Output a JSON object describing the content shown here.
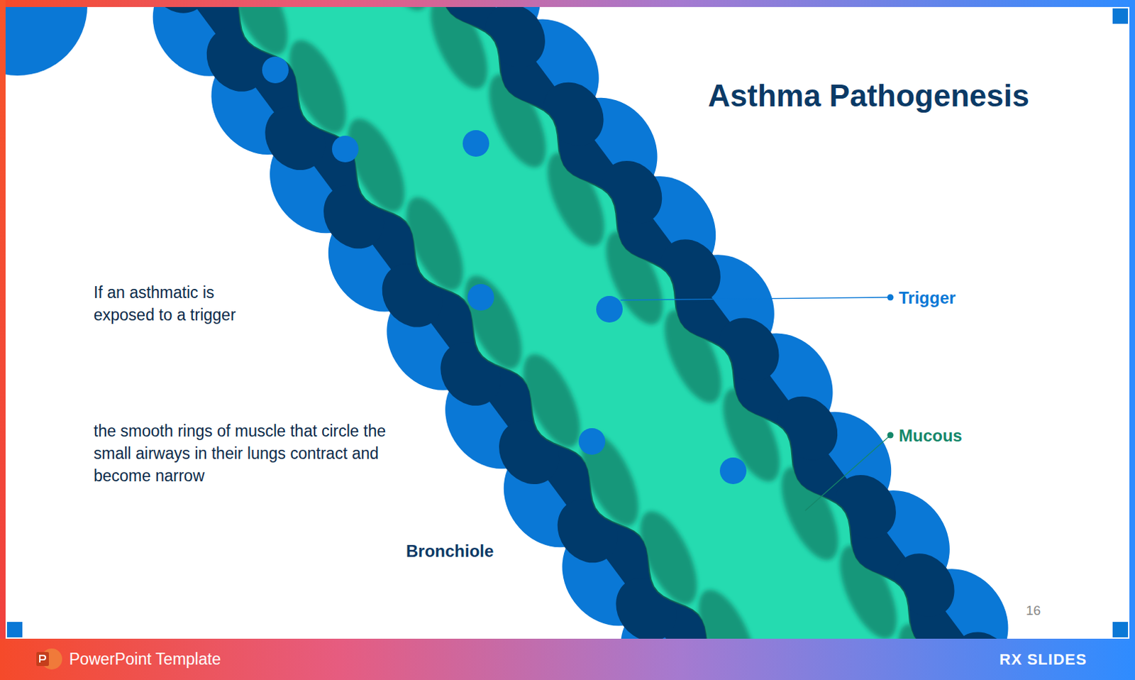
{
  "diagram": {
    "title": "Asthma Pathogenesis",
    "labels": [
      "If an asthmatic is exposed to a trigger",
      "the smooth rings of muscle that circle the small airways in their lungs contract and become narrow",
      "Bronchiole",
      "Trigger",
      "Mucous",
      "16",
      "PowerPoint Template",
      "RX SLIDES"
    ]
  }
}
